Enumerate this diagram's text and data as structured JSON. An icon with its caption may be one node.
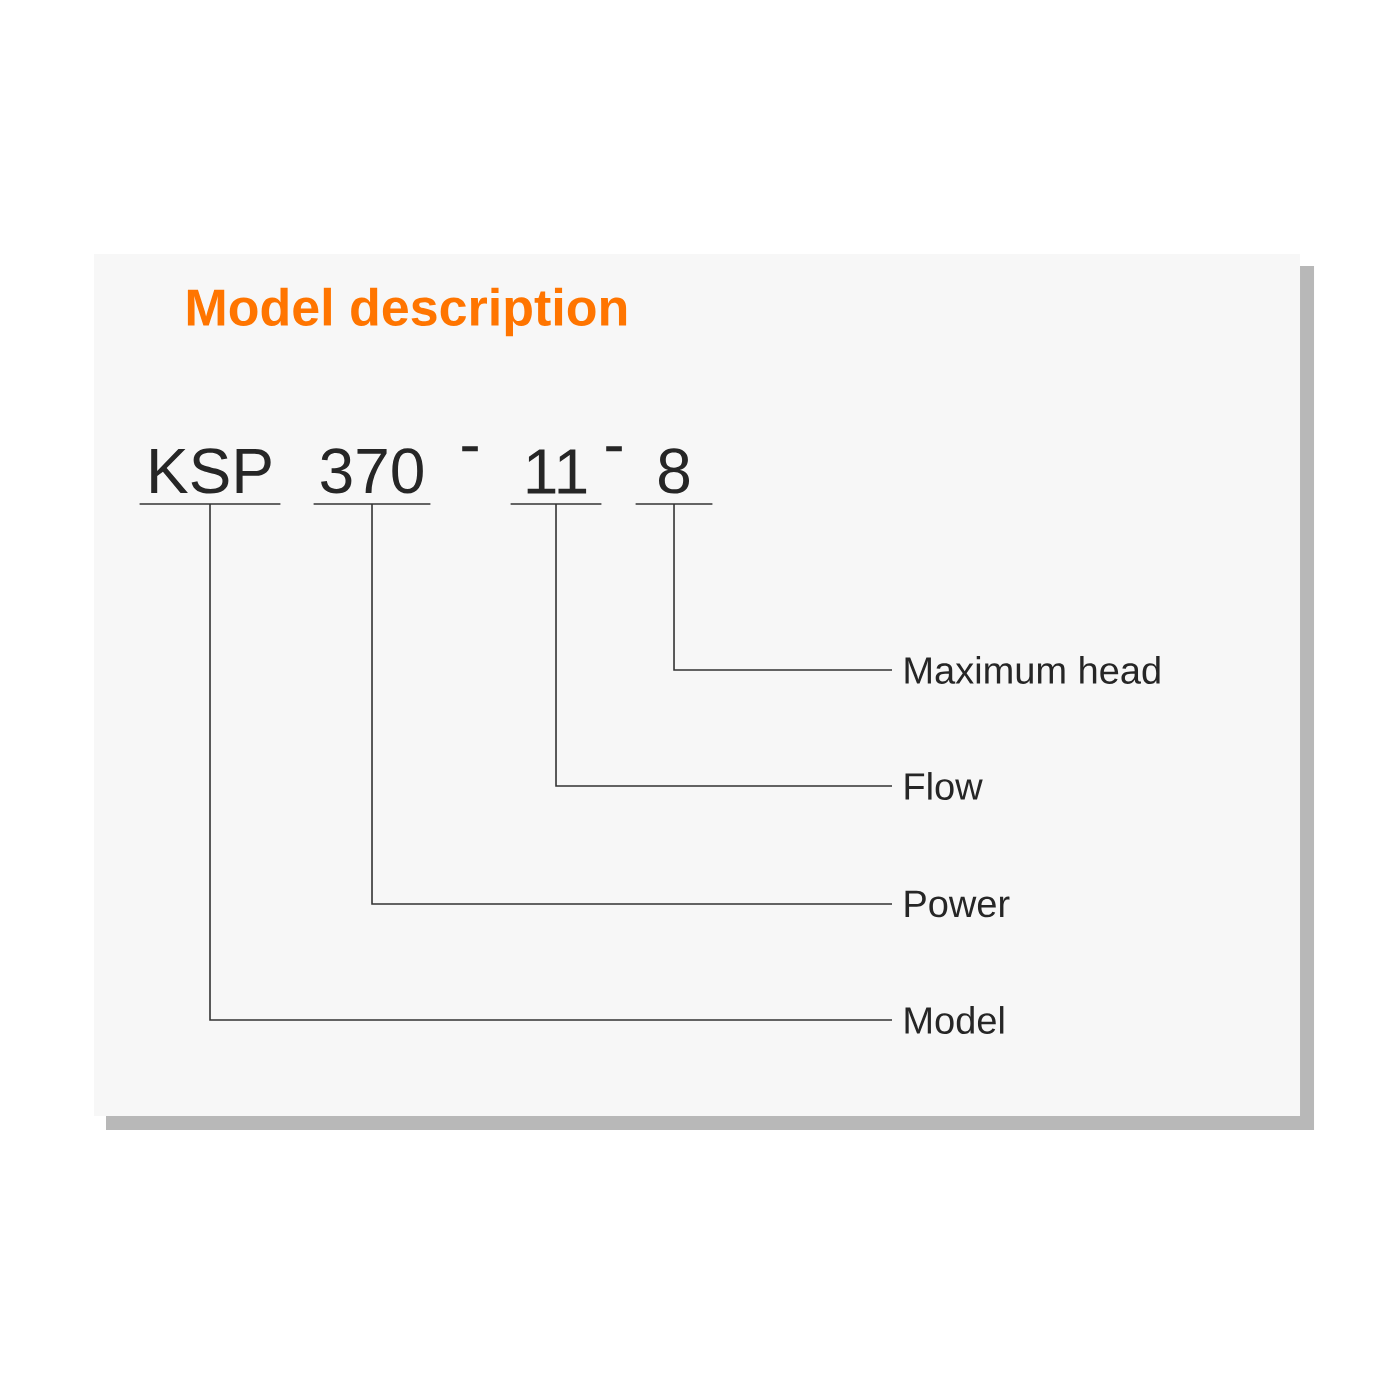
{
  "diagram": {
    "title": "Model description",
    "nodes": [
      {
        "text": [
          "KSP"
        ]
      },
      {
        "text": [
          "370"
        ]
      },
      {
        "text": [
          "11"
        ]
      },
      {
        "text": [
          "8"
        ]
      },
      {
        "text": [
          "Maximum head"
        ]
      },
      {
        "text": [
          "Flow"
        ]
      },
      {
        "text": [
          "Power"
        ]
      },
      {
        "text": [
          "Model"
        ]
      }
    ],
    "edges": [
      {
        "from": 3,
        "to": 4,
        "arrow": "none"
      },
      {
        "from": 2,
        "to": 5,
        "arrow": "none"
      },
      {
        "from": 1,
        "to": 6,
        "arrow": "none"
      },
      {
        "from": 0,
        "to": 7,
        "arrow": "none"
      }
    ],
    "labels": [
      "-",
      "-"
    ]
  }
}
